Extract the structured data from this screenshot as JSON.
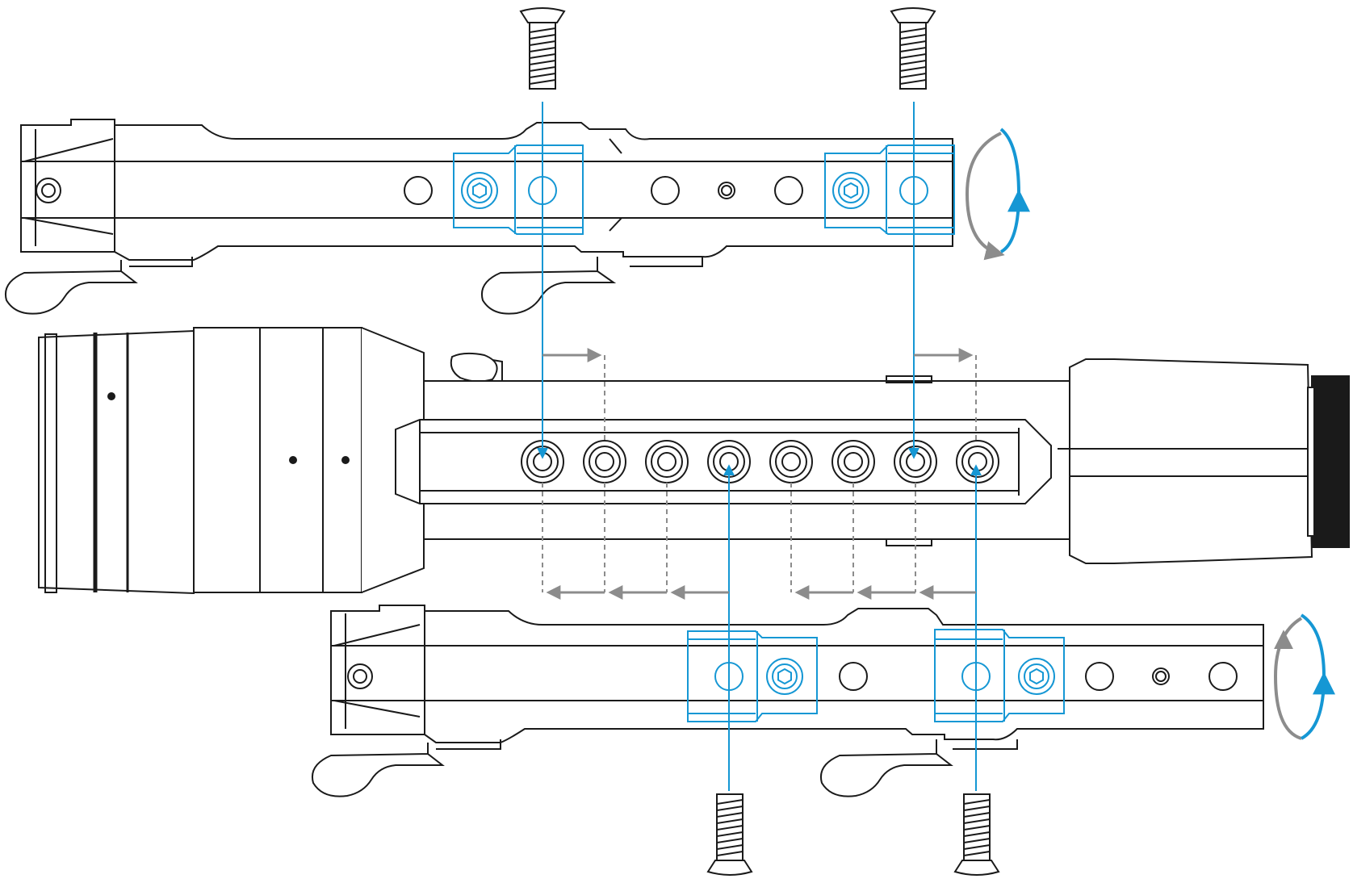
{
  "diagram": {
    "kind": "mounting-instructions",
    "labels": [],
    "colors": {
      "line": "#1a1a1a",
      "accent": "#1597d4",
      "guide": "#8c8c8c",
      "background": "#ffffff"
    },
    "parts": [
      "upper-mount-rail",
      "lower-mount-rail",
      "scope-body",
      "objective-lens",
      "eyepiece",
      "mounting-screws",
      "rotation-indicators",
      "position-arrows"
    ],
    "screw_count": 4,
    "rail_hole_count": 8
  }
}
